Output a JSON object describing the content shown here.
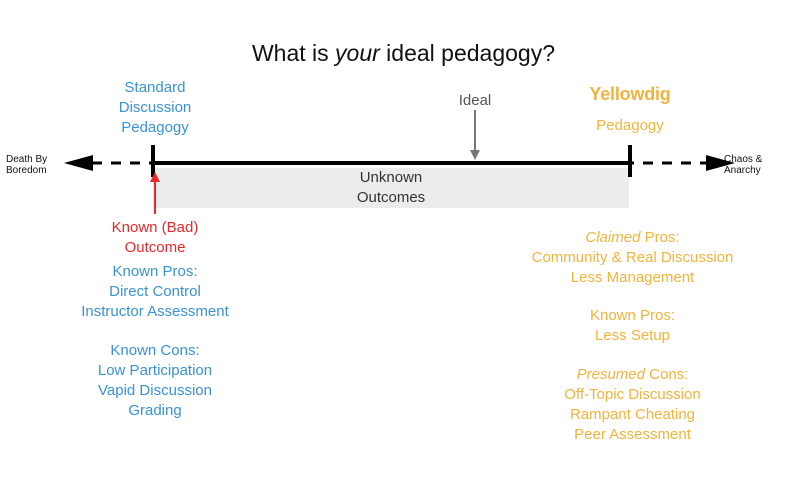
{
  "title": {
    "prefix": "What is ",
    "emphasis": "your",
    "suffix": " ideal pedagogy?"
  },
  "left_endpoint": {
    "line1": "Death By",
    "line2": "Boredom"
  },
  "right_endpoint": {
    "line1": "Chaos &",
    "line2": "Anarchy"
  },
  "standard": {
    "line1": "Standard",
    "line2": "Discussion",
    "line3": "Pedagogy"
  },
  "yellowdig": {
    "logo": "Yellowdig",
    "label": "Pedagogy"
  },
  "ideal": "Ideal",
  "unknown": {
    "line1": "Unknown",
    "line2": "Outcomes"
  },
  "known_bad": {
    "line1": "Known (Bad)",
    "line2": "Outcome"
  },
  "left_pros": {
    "heading": "Known Pros:",
    "items": [
      "Direct Control",
      "Instructor Assessment"
    ]
  },
  "left_cons": {
    "heading": "Known Cons:",
    "items": [
      "Low Participation",
      "Vapid Discussion",
      "Grading"
    ]
  },
  "claimed_pros": {
    "heading_em": "Claimed",
    "heading_rest": " Pros:",
    "items": [
      "Community & Real Discussion",
      "Less Management"
    ]
  },
  "right_known_pros": {
    "heading": "Known Pros:",
    "items": [
      "Less Setup"
    ]
  },
  "presumed_cons": {
    "heading_em": "Presumed",
    "heading_rest": " Cons:",
    "items": [
      "Off-Topic Discussion",
      "Rampant Cheating",
      "Peer Assessment"
    ]
  },
  "colors": {
    "standard": "#3a92d6",
    "yellowdig": "#f2b33c",
    "bad": "#e8282a",
    "axis": "#000000",
    "unknown_fill": "#ececec"
  }
}
